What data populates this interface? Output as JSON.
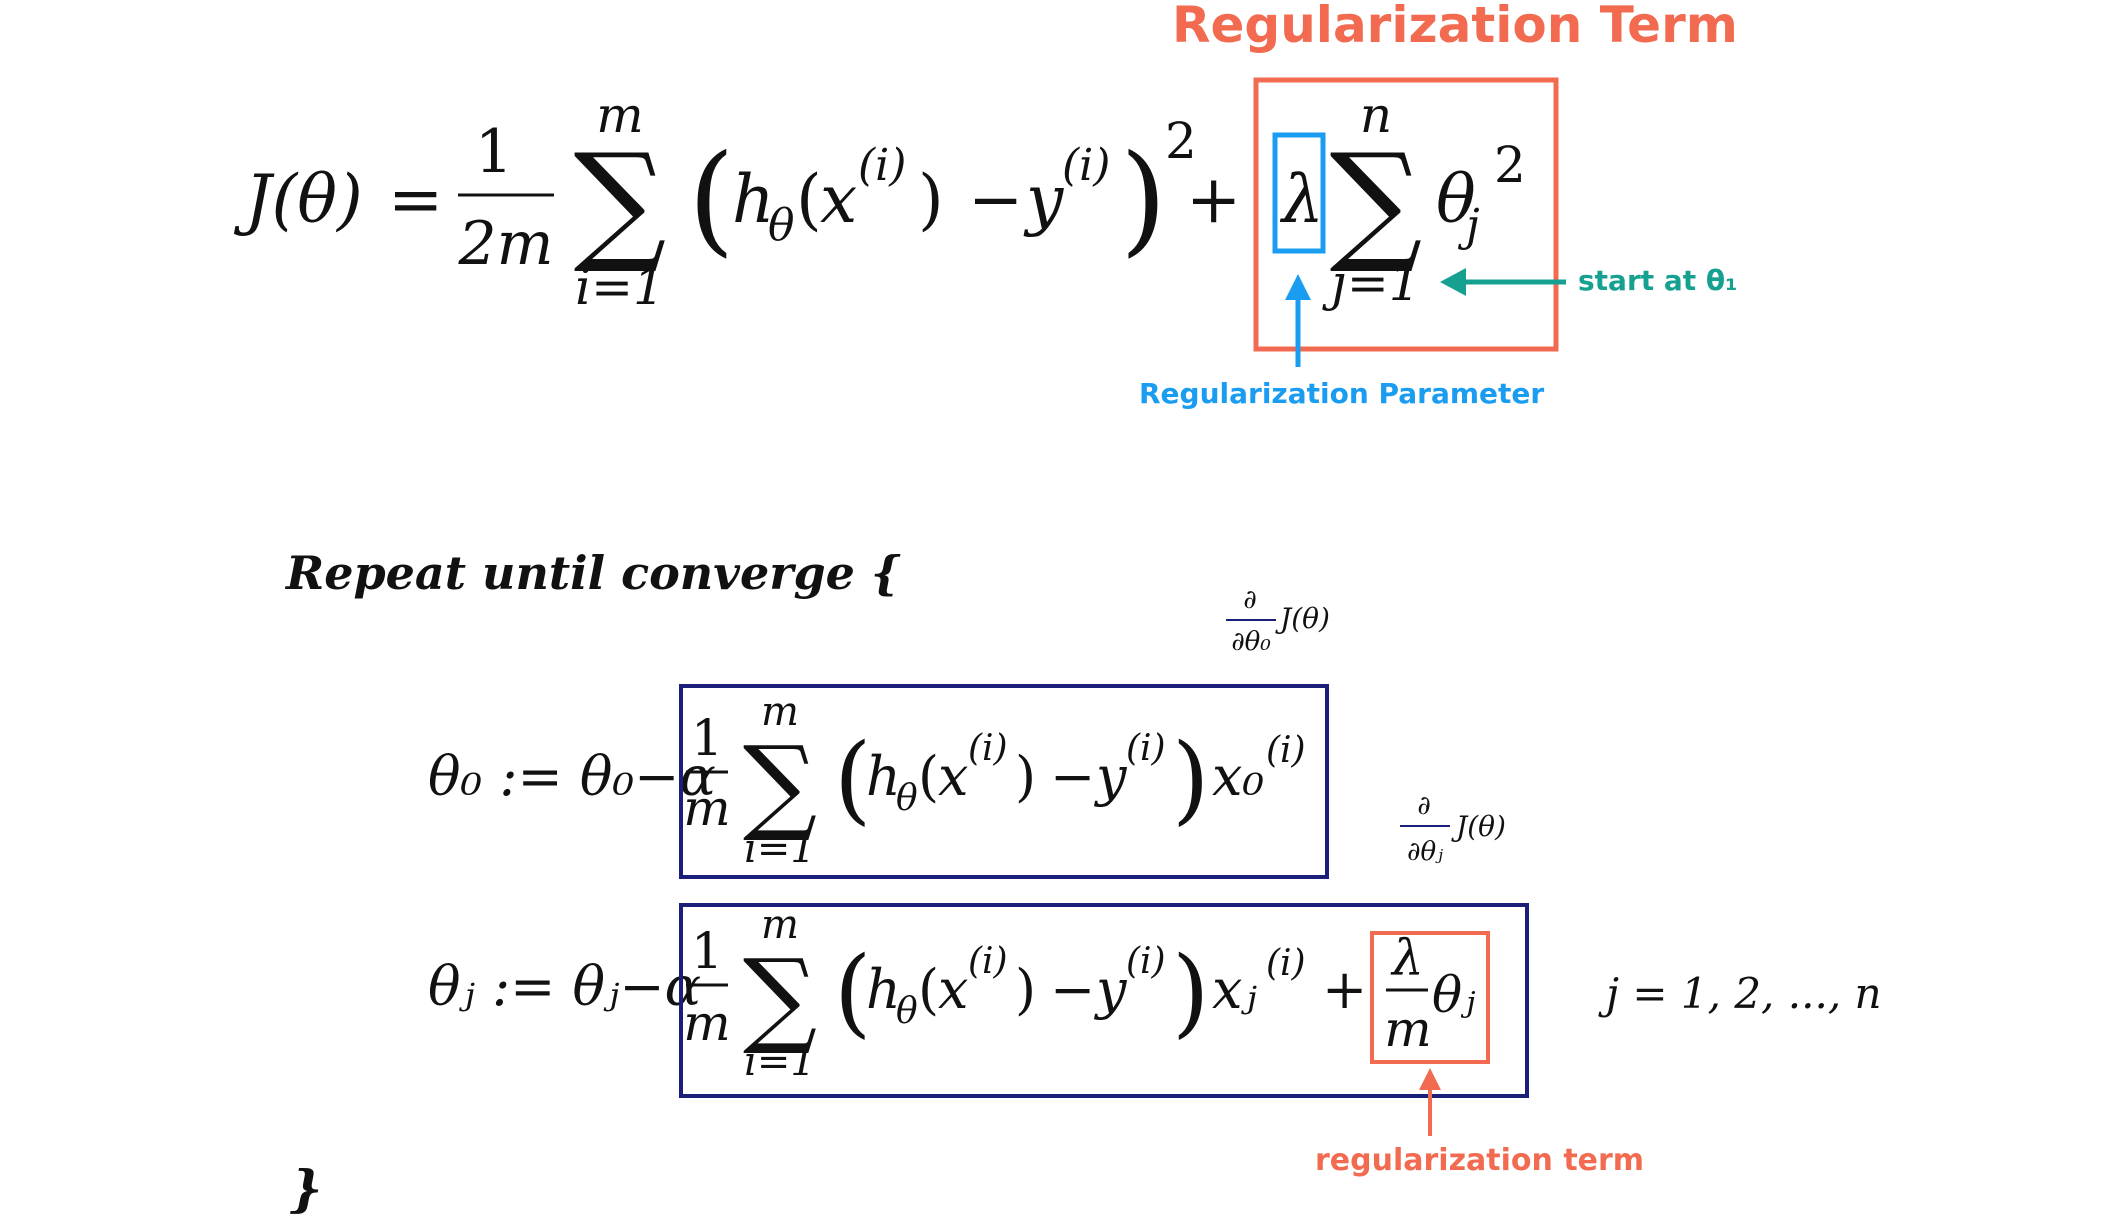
{
  "title": "Regularization Term",
  "cost": {
    "lhs": "J(θ)",
    "eq": "=",
    "frac_num": "1",
    "frac_den": "2m",
    "sum_top": "m",
    "sum_bot": "i=1",
    "h": "h",
    "h_sub": "θ",
    "x": "x",
    "sup_i": "(i)",
    "minus": "−",
    "y": "y",
    "sq": "2",
    "plus": "+",
    "lambda": "λ",
    "reg_sum_top": "n",
    "reg_sum_bot": "j=1",
    "theta": "θ",
    "theta_sub": "j",
    "theta_sq": "2"
  },
  "labels": {
    "start_at": "start at θ₁",
    "reg_param": "Regularization Parameter",
    "reg_term_small": "regularization term"
  },
  "update": {
    "repeat": "Repeat until converge {",
    "close": "}",
    "d0_num": "∂",
    "d0_den": "∂θ₀",
    "d0_func": "J(θ)",
    "dj_num": "∂",
    "dj_den": "∂θⱼ",
    "dj_func": "J(θ)",
    "theta0_lhs": "θ₀ := θ₀−α",
    "thetaj_lhs": "θⱼ := θⱼ−α",
    "frac_num": "1",
    "frac_den": "m",
    "sum_top": "m",
    "sum_bot": "i=1",
    "x0": "x₀",
    "xj": "xⱼ",
    "sup_i": "(i)",
    "reg_lambda": "λ",
    "reg_m": "m",
    "reg_theta": "θⱼ",
    "j_range": "j = 1, 2, ..., n"
  },
  "colors": {
    "orange": "#f26b50",
    "blue": "#1a9cf0",
    "teal": "#15a090",
    "navy": "#1b1f7a"
  }
}
